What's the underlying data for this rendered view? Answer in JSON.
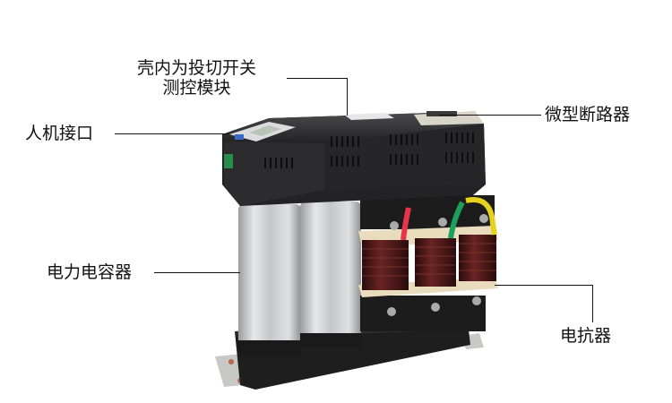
{
  "labels": {
    "module": {
      "line1": "壳内为投切开关",
      "line2": "测控模块"
    },
    "hmi": "人机接口",
    "breaker": "微型断路器",
    "capacitor": "电力电容器",
    "reactor": "电抗器"
  },
  "colors": {
    "housing": "#2a2a2c",
    "housing_dark": "#1a1a1b",
    "capacitor": "#c9cccd",
    "coil": "#4a1a1a",
    "bobbin": "#e8dcbc",
    "wire_red": "#e8344a",
    "wire_green": "#1aa05a",
    "wire_yellow": "#e6d21e",
    "bracket": "#c8c8c6",
    "lcd": "#b8c4b8"
  }
}
